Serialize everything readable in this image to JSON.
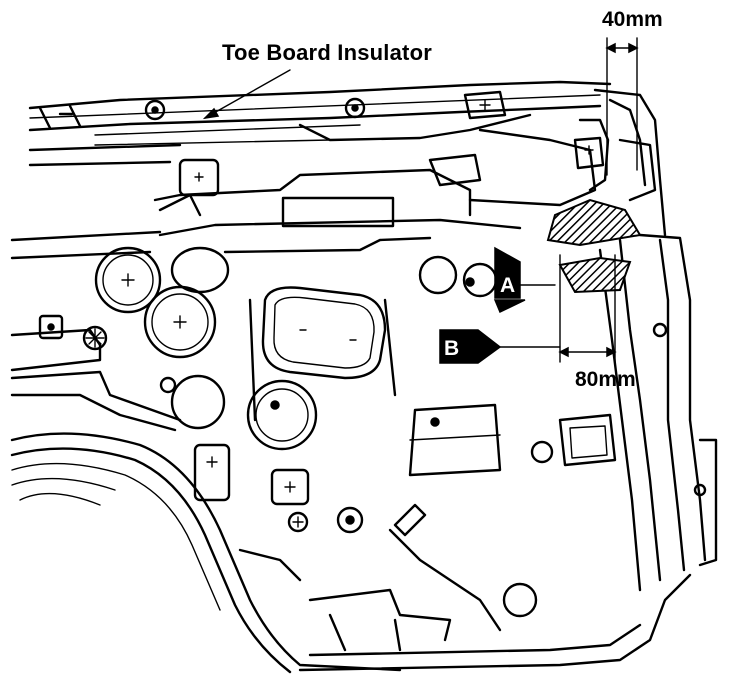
{
  "labels": {
    "toe_board_insulator": "Toe Board Insulator",
    "dim_40": "40mm",
    "dim_80": "80mm",
    "point_a": "A",
    "point_b": "B"
  },
  "colors": {
    "line": "#000000",
    "background": "#ffffff"
  }
}
